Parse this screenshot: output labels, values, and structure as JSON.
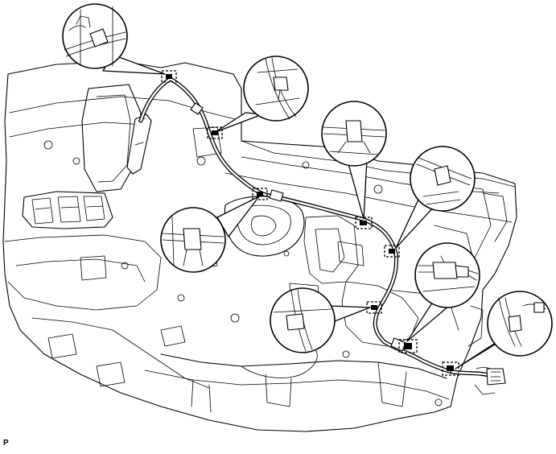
{
  "figure": {
    "code_label": "P"
  },
  "callouts": [
    {
      "id": "callout-1",
      "icon": "clip-detail"
    },
    {
      "id": "callout-2",
      "icon": "clip-detail"
    },
    {
      "id": "callout-3",
      "icon": "clip-detail"
    },
    {
      "id": "callout-4",
      "icon": "clip-detail"
    },
    {
      "id": "callout-5",
      "icon": "clip-detail"
    },
    {
      "id": "callout-6",
      "icon": "clip-detail"
    },
    {
      "id": "callout-7",
      "icon": "connector-detail"
    },
    {
      "id": "callout-8",
      "icon": "connector-detail"
    },
    {
      "id": "callout-9",
      "icon": "connector-detail"
    }
  ]
}
